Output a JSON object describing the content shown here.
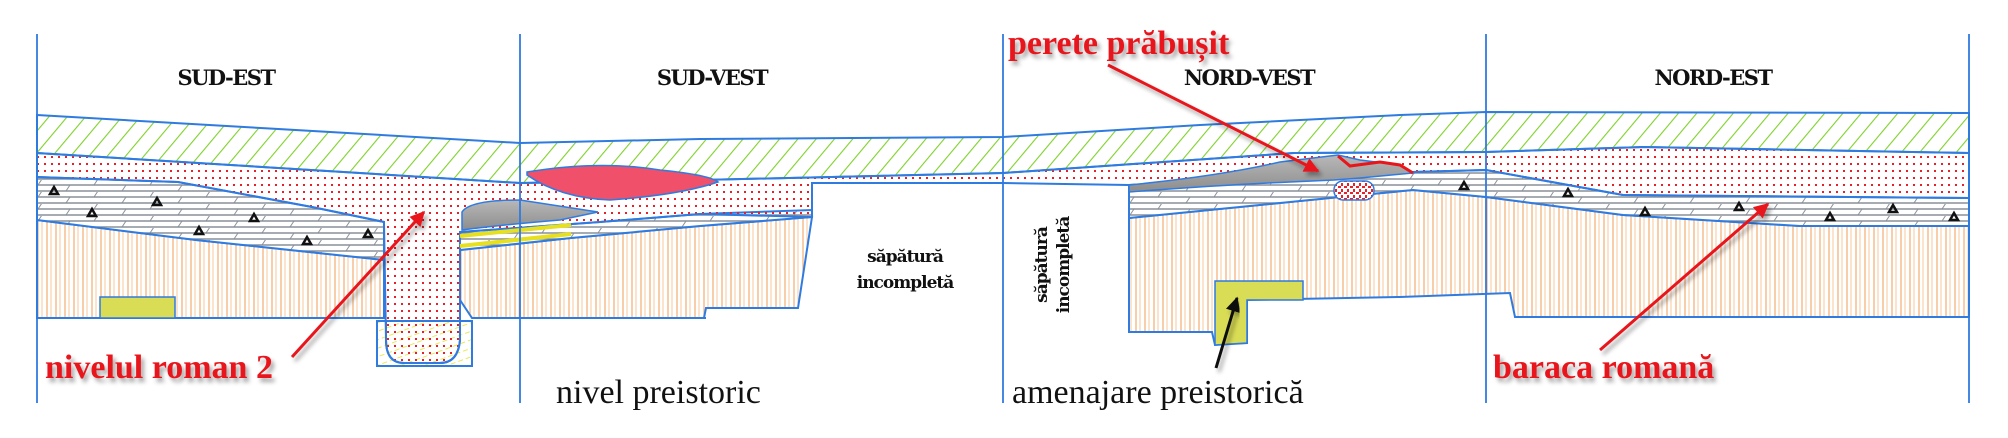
{
  "sections": [
    "SUD-EST",
    "SUD-VEST",
    "NORD-VEST",
    "NORD-EST"
  ],
  "labels": {
    "wall": "perete prăbușit",
    "roman_level": "nivelul roman 2",
    "prehistoric_level": "nivel preistoric",
    "prehistoric_feature": "amenajare preistorică",
    "roman_barrack": "baraca romană"
  },
  "notes": {
    "incomplete_line1": "săpătură",
    "incomplete_line2": "incompletă"
  },
  "colors": {
    "outline": "#2f7be0",
    "topsoil_hatch": "#7fd12a",
    "roman_dots": "#e8202a",
    "prehistoric_stripes": "#f5b27a",
    "feature_fill": "#d9dc55",
    "wall_grey": "#9a9a9a",
    "pink_lens": "#f0506a",
    "label_red": "#e8161b"
  }
}
